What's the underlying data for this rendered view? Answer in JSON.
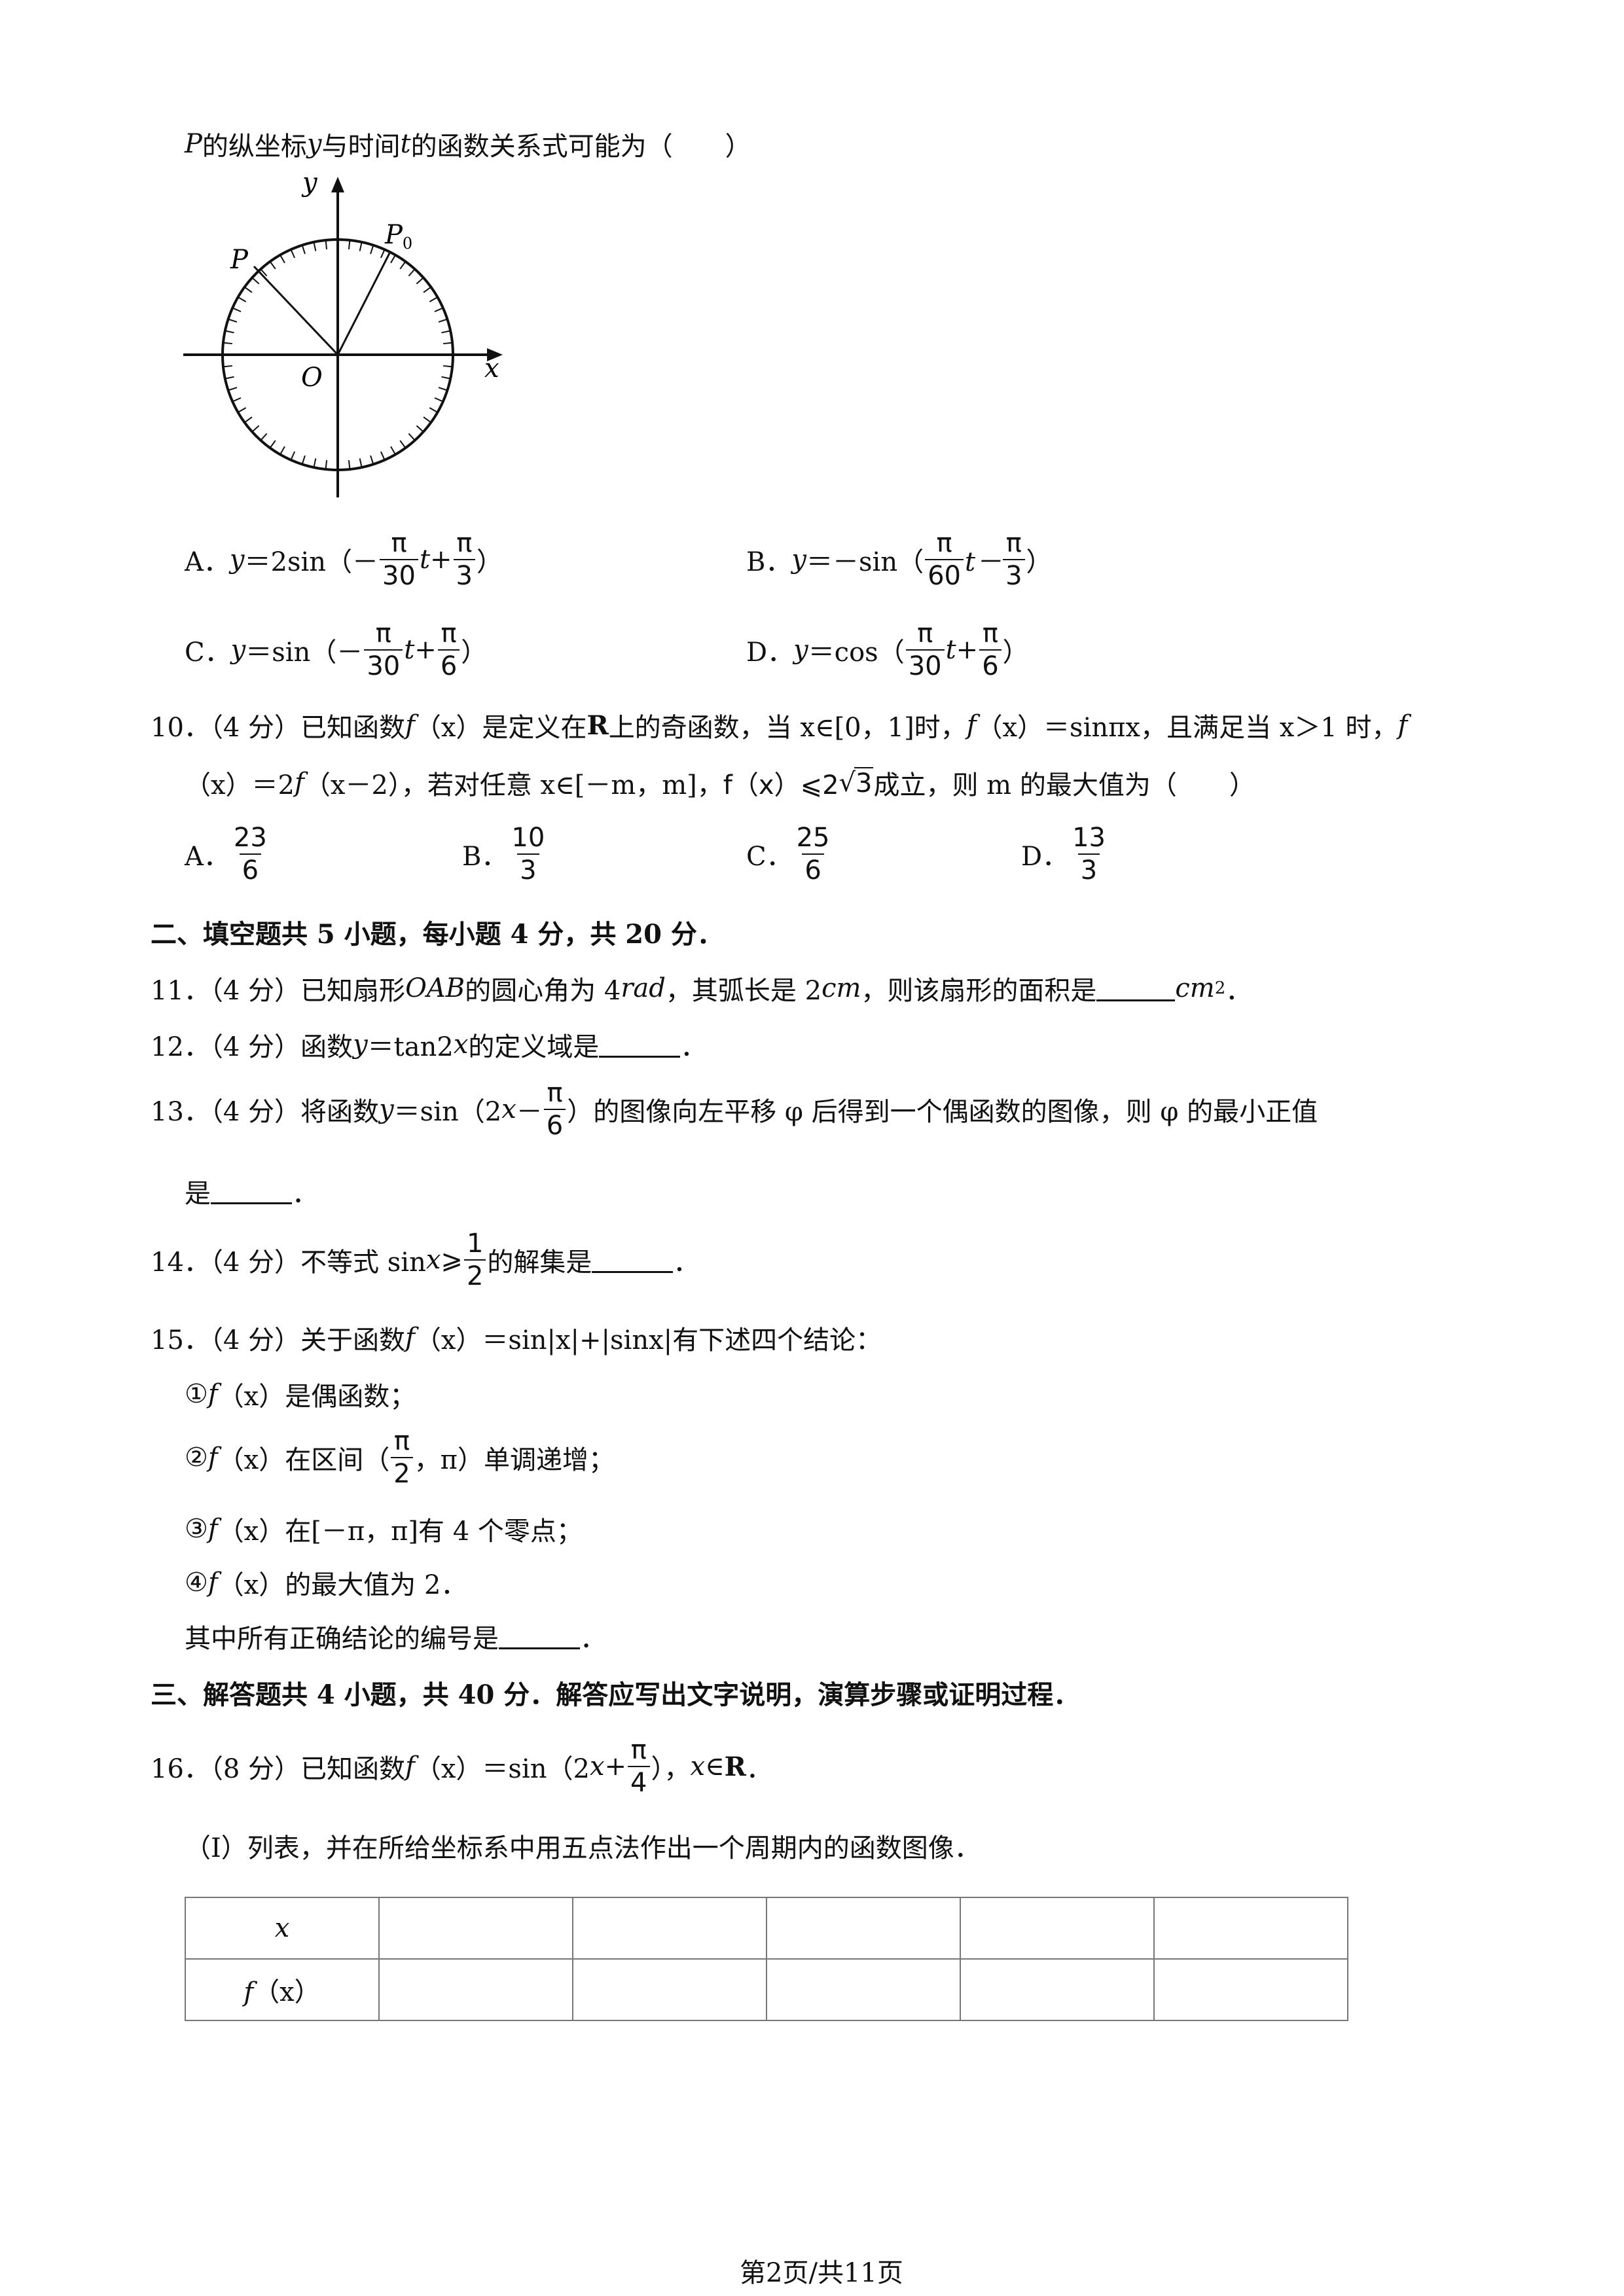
{
  "q9_tail": {
    "P": "P",
    "text": "的纵坐标",
    "y": "y",
    "mid": "与时间",
    "t": "t",
    "end": "的函数关系式可能为（　　）"
  },
  "figure": {
    "y_label": "y",
    "x_label": "x",
    "o_label": "O",
    "p_label": "P",
    "p0_label": "P",
    "p0_sub": "0"
  },
  "q9_options": {
    "A": {
      "letter": "A．",
      "lhs": "y",
      "eq": "＝2sin（－",
      "n1": "π",
      "d1": "30",
      "t": "t+",
      "n2": "π",
      "d2": "3",
      "close": "）"
    },
    "B": {
      "letter": "B．",
      "lhs": "y",
      "eq": "＝－sin（",
      "n1": "π",
      "d1": "60",
      "t": "t－",
      "n2": "π",
      "d2": "3",
      "close": "）"
    },
    "C": {
      "letter": "C．",
      "lhs": "y",
      "eq": "＝sin（－",
      "n1": "π",
      "d1": "30",
      "t": "t+",
      "n2": "π",
      "d2": "6",
      "close": "）"
    },
    "D": {
      "letter": "D．",
      "lhs": "y",
      "eq": "＝cos（",
      "n1": "π",
      "d1": "30",
      "t": "t+",
      "n2": "π",
      "d2": "6",
      "close": "）"
    }
  },
  "q10": {
    "line1_a": "10．（4 分）已知函数 ",
    "f": "f",
    "line1_b": "（x）是定义在 ",
    "R": "R",
    "line1_c": " 上的奇函数，当 x∈[0，1]时，",
    "line1_d": "（x）＝sinπx，且满足当 x＞1 时，",
    "line2_a": "（x）＝2",
    "line2_b": "（x－2），若对任意 x∈[－m，m]，",
    "ineq": "f（x）⩽2",
    "root": "3",
    "line2_c": "成立，则 m 的最大值为（　　）",
    "opts": [
      {
        "letter": "A．",
        "n": "23",
        "d": "6"
      },
      {
        "letter": "B．",
        "n": "10",
        "d": "3"
      },
      {
        "letter": "C．",
        "n": "25",
        "d": "6"
      },
      {
        "letter": "D．",
        "n": "13",
        "d": "3"
      }
    ]
  },
  "section2": "二、填空题共 5 小题，每小题 4 分，共 20 分．",
  "q11": {
    "a": "11．（4 分）已知扇形 ",
    "oab": "OAB",
    "b": " 的圆心角为 4",
    "rad": "rad",
    "c": "，其弧长是 2",
    "cm": "cm",
    "d": "，则该扇形的面积是 ",
    "unit": "cm",
    "sup": "2",
    "end": "．"
  },
  "q12": {
    "a": "12．（4 分）函数 ",
    "y": "y",
    "b": "＝tan2",
    "x": "x",
    "c": " 的定义域是",
    "end": "．"
  },
  "q13": {
    "a": "13．（4 分）将函数 ",
    "y": "y",
    "b": "＝sin（2",
    "x": "x",
    "minus": " －",
    "n": "π",
    "d": "6",
    "c": "）的图像向左平移 φ 后得到一个偶函数的图像，则 φ 的最小正值",
    "line2": "是 ",
    "end": "．"
  },
  "q14": {
    "a": "14．（4 分）不等式 sin",
    "x": "x",
    "b": "⩾",
    "n": "1",
    "d": "2",
    "c": "的解集是",
    "end": "．"
  },
  "q15": {
    "a": "15．（4 分）关于函数 ",
    "f": "f",
    "b": "（x）＝sin|x|+|sinx|有下述四个结论：",
    "c1": "①",
    "c1t": "（x）是偶函数；",
    "c2": "②",
    "c2a": "（x）在区间（",
    "c2n": "π",
    "c2d": "2",
    "c2b": "，π）单调递增；",
    "c3": "③",
    "c3t": "（x）在[－π，π]有 4 个零点；",
    "c4": "④",
    "c4t": "（x）的最大值为 2．",
    "c5": "其中所有正确结论的编号是",
    "end": "．"
  },
  "section3": "三、解答题共 4 小题，共 40 分．解答应写出文字说明，演算步骤或证明过程．",
  "q16": {
    "a": "16．（8 分）已知函数 ",
    "f": "f",
    "b": "（x）＝sin（2",
    "x": "x",
    "plus": "+",
    "n": "π",
    "d": "4",
    "c": "），",
    "x2": "x",
    "d2": "∈",
    "R": "R",
    "end": "．",
    "part1": "（Ⅰ）列表，并在所给坐标系中用五点法作出一个周期内的函数图像．"
  },
  "table": {
    "row1_label": "x",
    "row2_f": "f",
    "row2_rest": "（x）"
  },
  "footer": "第2页/共11页"
}
